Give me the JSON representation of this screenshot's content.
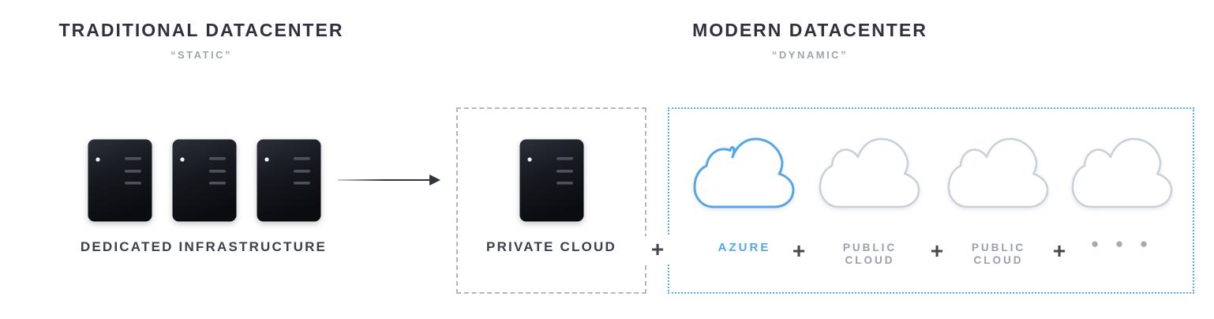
{
  "traditional": {
    "title": "TRADITIONAL DATACENTER",
    "subtitle": "“STATIC”",
    "infrastructure_label": "DEDICATED INFRASTRUCTURE",
    "server_count": 3
  },
  "modern": {
    "title": "MODERN DATACENTER",
    "subtitle": "“DYNAMIC”",
    "private_cloud_label": "PRIVATE CLOUD",
    "plus": "+",
    "clouds": [
      {
        "label": "AZURE",
        "type": "azure"
      },
      {
        "label": "PUBLIC CLOUD",
        "type": "public"
      },
      {
        "label": "PUBLIC CLOUD",
        "type": "public"
      },
      {
        "label": "● ● ●",
        "type": "ellipsis"
      }
    ]
  },
  "icons": {
    "server": "server-icon",
    "cloud": "cloud-icon",
    "arrow": "arrow-right-icon",
    "plus": "plus-icon",
    "ellipsis": "ellipsis-dots-icon"
  },
  "colors": {
    "heading": "#2e323e",
    "subtitle": "#9fa4af",
    "label": "#3b404c",
    "public_text": "#9aa0ab",
    "azure_blue": "#54a7e4",
    "blue_border": "#58ace8",
    "gray_border": "#b4b7bf",
    "plus": "#45494f",
    "cloud_outline": "#cad0da",
    "dots": "#a6aab4",
    "server_dark": "#15171e"
  }
}
